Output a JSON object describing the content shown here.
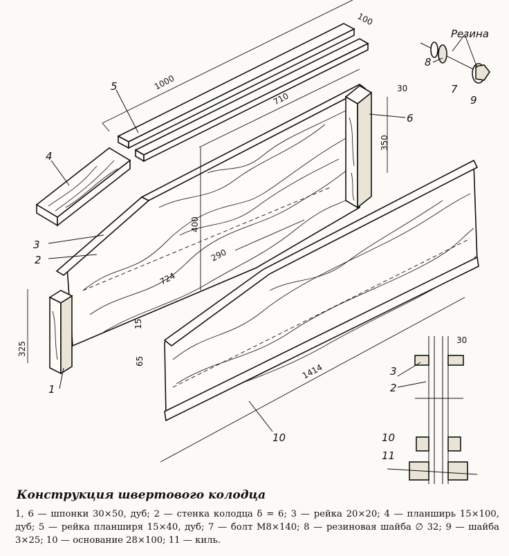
{
  "labels": {
    "p1": "1",
    "p2a": "2",
    "p2b": "2",
    "p3a": "3",
    "p3b": "3",
    "p4": "4",
    "p5": "5",
    "p6": "6",
    "p7": "7",
    "p8": "8",
    "p9": "9",
    "p10a": "10",
    "p10b": "10",
    "p11": "11",
    "rubber": "Резина"
  },
  "dimensions": {
    "d100": "100",
    "d1000": "1000",
    "d710": "710",
    "d30a": "30",
    "d350": "350",
    "d400": "400",
    "d290": "290",
    "d724": "724",
    "d15": "15",
    "d65": "65",
    "d325": "325",
    "d1414": "1414",
    "d30b": "30"
  },
  "caption": {
    "title": "Конструкция швертового колодца",
    "text": "1, 6 — шпонки 30×50, дуб; 2 — стенка колодца δ = 6; 3 — рейка 20×20; 4 — планширь 15×100, дуб; 5 — рейка планширя 15×40, дуб; 7 — болт М8×140; 8 — резиновая шайба ∅ 32; 9 — шайба 3×25; 10 — основание 28×100; 11 — киль."
  }
}
